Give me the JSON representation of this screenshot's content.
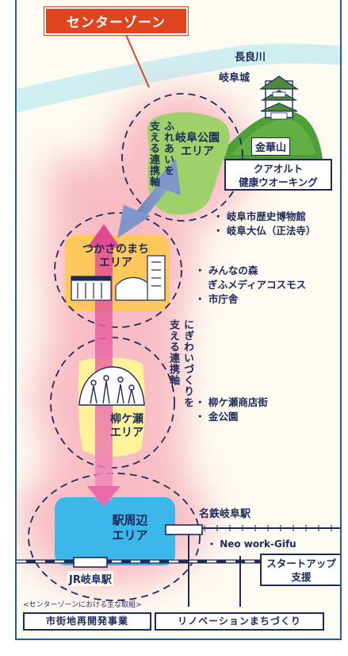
{
  "title": "センターゾーン",
  "landmarks": {
    "river": "長良川",
    "castle": "岐阜城",
    "mountain": "金華山",
    "walking": [
      "クアオルト",
      "健康ウオーキング"
    ]
  },
  "areas": {
    "gifu_park": [
      "岐阜公園",
      "エリア"
    ],
    "tsukasa": [
      "つかさのまち",
      "エリア"
    ],
    "yanagase": [
      "柳ケ瀬",
      "エリア"
    ],
    "station": [
      "駅周辺",
      "エリア"
    ]
  },
  "axes": {
    "upper": [
      "ふれあいを",
      "支える連携軸"
    ],
    "lower": [
      "にぎわいづくりを",
      "支える連携軸"
    ]
  },
  "facilities": {
    "gifu_park": [
      "岐阜市歴史博物館",
      "岐阜大仏（正法寺）"
    ],
    "tsukasa": [
      "みんなの森",
      "ぎふメディアコスモス",
      "市庁舎"
    ],
    "yanagase": [
      "柳ケ瀬商店街",
      "金公園"
    ],
    "station": [
      "Neo work-Gifu"
    ]
  },
  "stations": {
    "meitetsu": "名鉄岐阜駅",
    "jr": "JR岐阜駅"
  },
  "startup": [
    "スタートアップ",
    "支援"
  ],
  "initiatives": {
    "caption": "<センターゾーンにおける主な取組>",
    "items": [
      "市街地再開発事業",
      "リノベーションまちづくり"
    ]
  },
  "colors": {
    "title_bg": "#e0451f",
    "river": "#cfeef0",
    "glow": "#f7a9b5",
    "park_green": "#9fd16a",
    "tsukasa_orange": "#ffc85a",
    "yanagase_yellow": "#fff39a",
    "station_blue": "#3cb7ea",
    "arrow_pink": "#e7609c",
    "arrow_blue": "#7f97c8",
    "frame_blue": "#1f5fa0",
    "text_navy": "#1d2a5a"
  }
}
